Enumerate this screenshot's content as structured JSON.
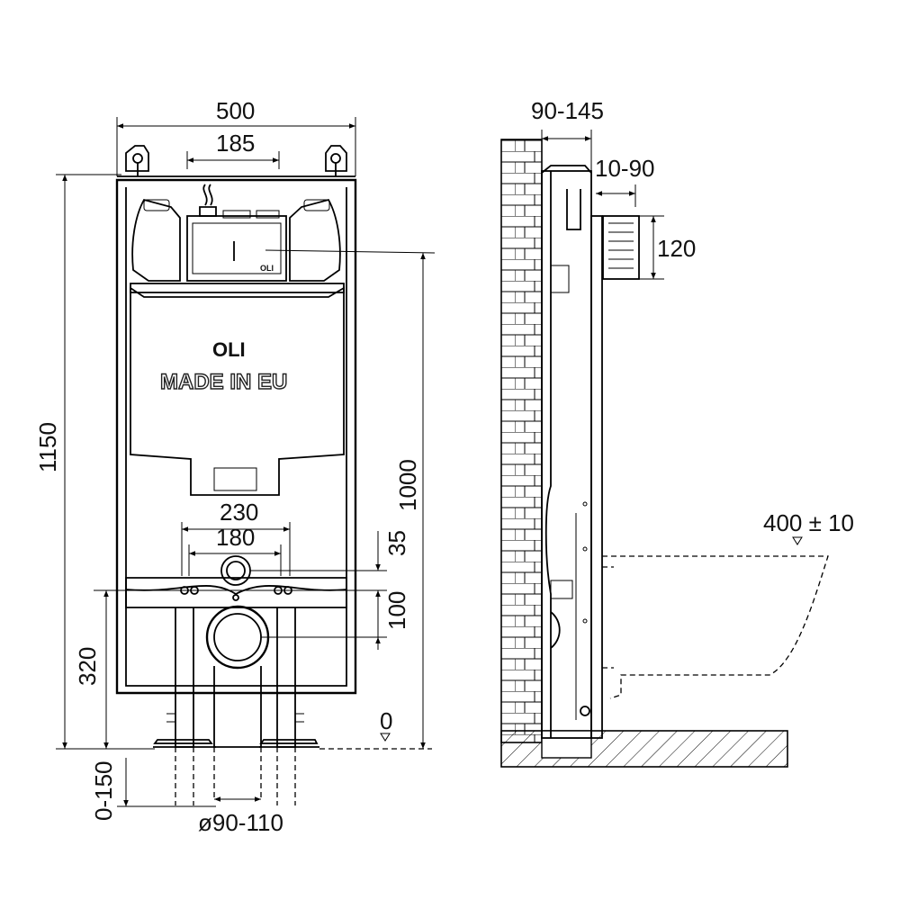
{
  "front_view": {
    "brand": "OLI",
    "made_in": "MADE IN EU",
    "module_logo": "OLI",
    "dimensions": {
      "total_width": "500",
      "bracket_spacing": "185",
      "total_height": "1150",
      "height_1000": "1000",
      "fixing_spacing_outer": "230",
      "fixing_spacing_inner": "180",
      "dim_35": "35",
      "dim_100": "100",
      "drain_height": "320",
      "floor_level": "0",
      "leg_adjust": "0-150",
      "pipe_diameter": "ø90-110"
    }
  },
  "side_view": {
    "dimensions": {
      "wall_depth": "90-145",
      "offset": "10-90",
      "cistern_depth": "120",
      "bowl_height": "400 ± 10"
    }
  }
}
